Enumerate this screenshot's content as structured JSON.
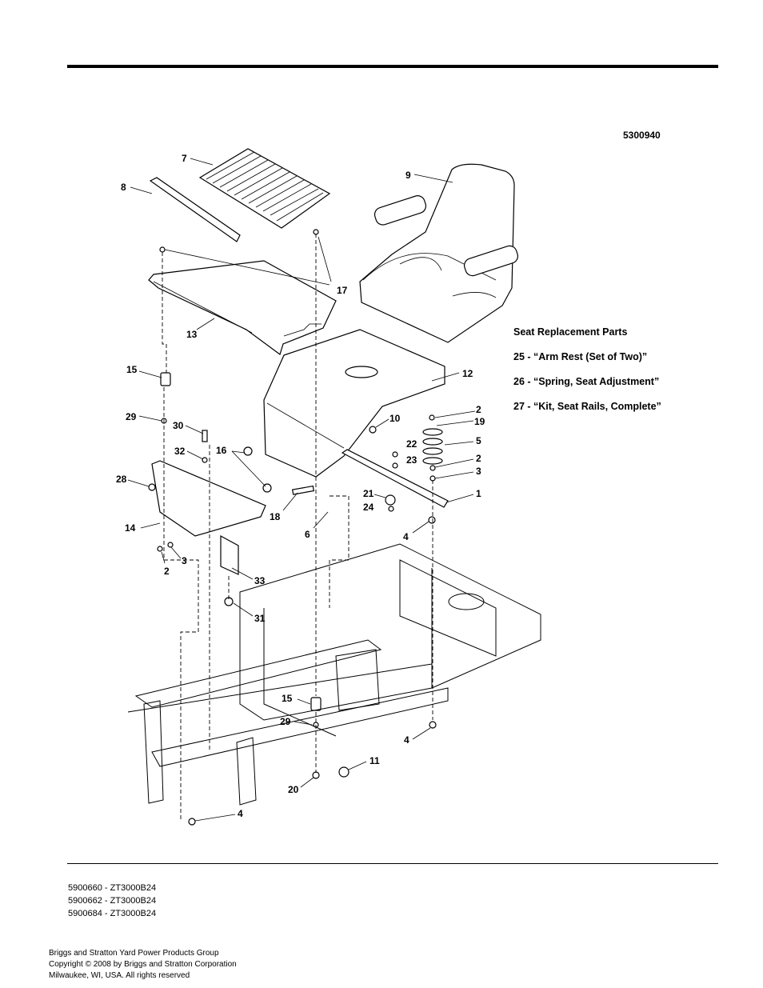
{
  "drawing_number": "5300940",
  "seat_parts": {
    "heading": "Seat Replacement  Parts",
    "items": [
      "25 - “Arm Rest (Set of Two)”",
      "26 - “Spring, Seat Adjustment”",
      "27 - “Kit, Seat Rails, Complete”"
    ]
  },
  "models": [
    "5900660 - ZT3000B24",
    "5900662 - ZT3000B24",
    "5900684 - ZT3000B24"
  ],
  "footer": [
    "Briggs and Stratton Yard Power Products Group",
    "Copyright ©  2008 by Briggs and Stratton Corporation",
    "Milwaukee, WI, USA. All rights reserved"
  ],
  "part_labels": [
    "7",
    "8",
    "9",
    "17",
    "13",
    "12",
    "15",
    "29",
    "30",
    "32",
    "16",
    "28",
    "10",
    "2",
    "19",
    "22",
    "5",
    "23",
    "2",
    "3",
    "1",
    "21",
    "24",
    "18",
    "6",
    "4",
    "14",
    "2",
    "3",
    "33",
    "31",
    "15",
    "29",
    "4",
    "11",
    "20",
    "4"
  ]
}
